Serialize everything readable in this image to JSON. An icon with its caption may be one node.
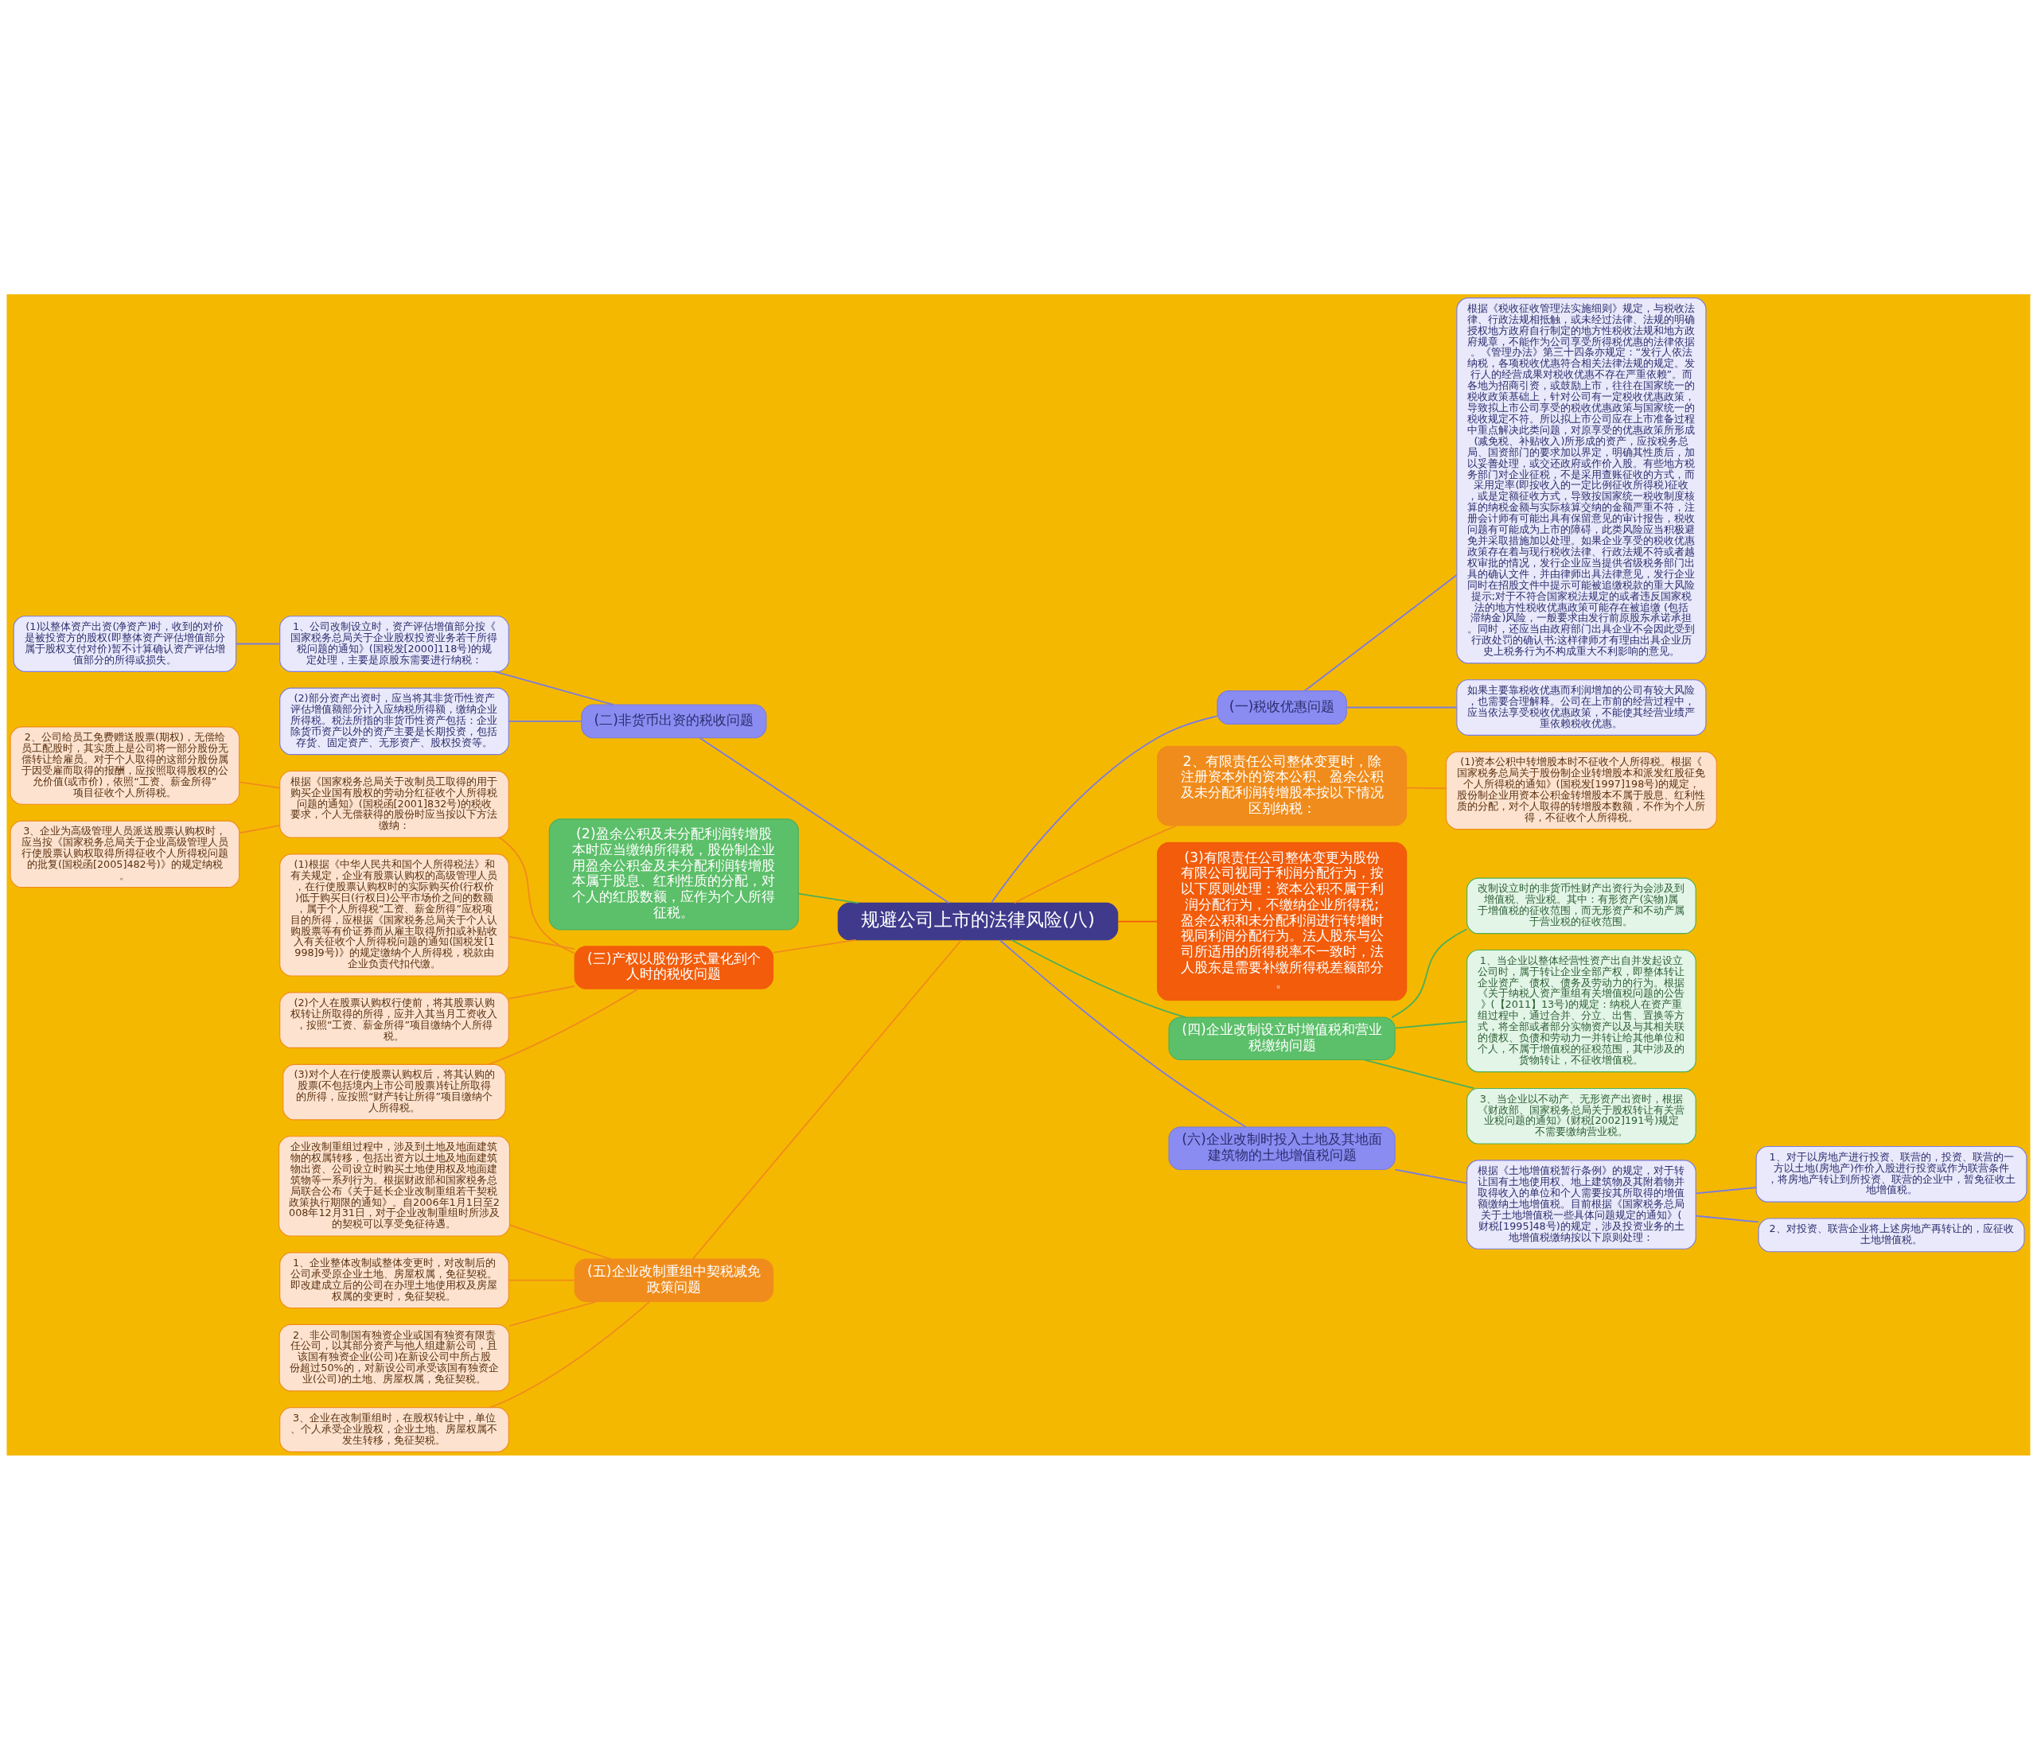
{
  "diagram": {
    "nodes": [
      {
        "text": [
          "规避公司上市的法律风险(八)"
        ]
      },
      {
        "text": [
          "(一)税收优惠问题"
        ]
      },
      {
        "text": [
          "根据《税收征收管理法实施细则》规定，与税收法律、行政法规相抵触，或未经过法律、法规的明确授权地方政府自行制定的地方性税收法规和地方政府规章，不能作为公司享受所得税优惠的法律依据。《管理办法》第三十四条亦规定：“发行人依法纳税，各项税收优惠符合相关法律法规的规定。发行人的经营成果对税收优惠不存在严重依赖”。而各地为招商引资，或鼓励上市，往往在国家统一的税收政策基础上，针对公司有一定税收优惠政策，导致拟上市公司享受的税收优惠政策与国家统一的税收规定不符。所以拟上市公司应在上市准备过程中重点解决此类问题，对原享受的优惠政策所形成(减免税、补贴收入)所形成的资产，应按税务总局、国资部门的要求加以界定，明确其性质后，加以妥善处理，或交还政府或作价入股。有些地方税务部门对企业征税，不是采用查账征收的方式，而采用定率(即按收入的一定比例征收所得税)征收，或是定额征收方式，导致按国家统一税收制度核算的纳税金额与实际核算交纳的金额严重不符，注册会计师有可能出具有保留意见的审计报告，税收问题有可能成为上市的障碍，此类风险应当积极避免并采取措施加以处理。如果企业享受的税收优惠政策存在着与现行税收法律、行政法规不符或者越权审批的情况，发行企业应当提供省级税务部门出具的确认文件，并由律师出具法律意见，发行企业同时在招股文件中提示可能被追缴税款的重大风险提示;对于不符合国家税法规定的或者违反国家税法的地方性税收优惠政策可能存在被追缴 (包括滞纳金)风险，一般要求由发行前原股东承诺承担。同时，还应当由政府部门出具企业不会因此受到行政处罚的确认书;这样律师才有理由出具企业历史上税务行为不构成重大不利影响的意见。"
        ]
      },
      {
        "text": [
          "如果主要靠税收优惠而利润增加的公司有较大风险，也需要合理解释。公司在上市前的经营过程中，应当依法享受税收优惠政策，不能使其经营业绩严重依赖税收优惠。"
        ]
      },
      {
        "text": [
          "2、有限责任公司整体变更时，除注册资本外的资本公积、盈余公积及未分配利润转增股本按以下情况区别纳税："
        ]
      },
      {
        "text": [
          "(1)资本公积中转增股本时不征收个人所得税。根据《国家税务总局关于股份制企业转增股本和派发红股征免个人所得税的通知》(国税发[1997]198号)的规定，股份制企业用资本公积金转增股本不属于股息、红利性质的分配，对个人取得的转增股本数额，不作为个人所得，不征收个人所得税。"
        ]
      },
      {
        "text": [
          "(3)有限责任公司整体变更为股份有限公司视同于利润分配行为，按以下原则处理：资本公积不属于利润分配行为，不缴纳企业所得税;盈余公积和未分配利润进行转增时视同利润分配行为。法人股东与公司所适用的所得税率不一致时，法人股东是需要补缴所得税差额部分。"
        ]
      },
      {
        "text": [
          "(四)企业改制设立时增值税和营业税缴纳问题"
        ]
      },
      {
        "text": [
          "改制设立时的非货币性财产出资行为会涉及到增值税、营业税。其中：有形资产(实物)属于增值税的征收范围，而无形资产和不动产属于营业税的征收范围。"
        ]
      },
      {
        "text": [
          "1、当企业以整体经营性资产出自并发起设立公司时，属于转让企业全部产权，即整体转让企业资产、债权、债务及劳动力的行为。根据《关于纳税人资产重组有关增值税问题的公告》(【2011】13号)的规定：纳税人在资产重组过程中，通过合并、分立、出售、置换等方式，将全部或者部分实物资产以及与其相关联的债权、负债和劳动力一并转让给其他单位和个人，不属于增值税的征税范围，其中涉及的货物转让，不征收增值税。"
        ]
      },
      {
        "text": [
          "3、当企业以不动产、无形资产出资时，根据《财政部、国家税务总局关于股权转让有关营业税问题的通知》(财税[2002]191号)规定不需要缴纳营业税。"
        ]
      },
      {
        "text": [
          "(六)企业改制时投入土地及其地面建筑物的土地增值税问题"
        ]
      },
      {
        "text": [
          "根据《土地增值税暂行条例》的规定，对于转让国有土地使用权、地上建筑物及其附着物并取得收入的单位和个人需要按其所取得的增值额缴纳土地增值税。目前根据《国家税务总局关于土地增值税一些具体问题规定的通知》(财税[1995]48号)的规定，涉及投资业务的土地增值税缴纳按以下原则处理："
        ]
      },
      {
        "text": [
          "1、对于以房地产进行投资、联营的，投资、联营的一方以土地(房地产)作价入股进行投资或作为联营条件，将房地产转让到所投资、联营的企业中，暂免征收土地增值税。"
        ]
      },
      {
        "text": [
          "2、对投资、联营企业将上述房地产再转让的，应征收土地增值税。"
        ]
      },
      {
        "text": [
          "(二)非货币出资的税收问题"
        ]
      },
      {
        "text": [
          "1、公司改制设立时，资产评估增值部分按《国家税务总局关于企业股权投资业务若干所得税问题的通知》(国税发[2000]118号)的规定处理，主要是原股东需要进行纳税："
        ]
      },
      {
        "text": [
          "(1)以整体资产出资(净资产)时，收到的对价是被投资方的股权(即整体资产评估增值部分属于股权支付对价)暂不计算确认资产评估增值部分的所得或损失。"
        ]
      },
      {
        "text": [
          "(2)部分资产出资时，应当将其非货币性资产评估增值额部分计入应纳税所得额，缴纳企业所得税。税法所指的非货币性资产包括：企业除货币资产以外的资产主要是长期投资，包括存货、固定资产、无形资产、股权投资等。"
        ]
      },
      {
        "text": [
          "(2)盈余公积及未分配利润转增股本时应当缴纳所得税，股份制企业用盈余公积金及未分配利润转增股本属于股息、红利性质的分配，对个人的红股数额，应作为个人所得征税。"
        ]
      },
      {
        "text": [
          "(三)产权以股份形式量化到个人时的税收问题"
        ]
      },
      {
        "text": [
          "根据《国家税务总局关于改制员工取得的用于购买企业国有股权的劳动分红征收个人所得税问题的通知》(国税函[2001]832号)的税收要求，个人无偿获得的股份时应当按以下方法缴纳："
        ]
      },
      {
        "text": [
          "2、公司给员工免费赠送股票(期权)，无偿给员工配股时，其实质上是公司将一部分股份无偿转让给雇员。对于个人取得的这部分股份属于因受雇而取得的报酬，应按照取得股权的公允价值(或市价)，依照“工资、薪金所得”项目征收个人所得税。"
        ]
      },
      {
        "text": [
          "3、企业为高级管理人员派送股票认购权时，应当按《国家税务总局关于企业高级管理人员行使股票认购权取得所得征收个人所得税问题的批复(国税函[2005]482号)》的规定纳税。"
        ]
      },
      {
        "text": [
          "(1)根据《中华人民共和国个人所得税法》和有关规定，企业有股票认购权的高级管理人员，在行使股票认购权时的实际购买价(行权价)低于购买日(行权日)公平市场价之间的数额，属于个人所得税“工资、薪金所得”应税项目的所得，应根据《国家税务总局关于个人认购股票等有价证券而从雇主取得所扣或补贴收入有关征收个人所得税问题的通知(国税发[1998]9号)》的规定缴纳个人所得税，税款由企业负责代扣代缴。"
        ]
      },
      {
        "text": [
          "(2)个人在股票认购权行使前，将其股票认购权转让所取得的所得，应并入其当月工资收入，按照“工资、薪金所得”项目缴纳个人所得税。"
        ]
      },
      {
        "text": [
          "(3)对个人在行使股票认购权后，将其认购的股票(不包括境内上市公司股票)转让所取得的所得，应按照“财产转让所得”项目缴纳个人所得税。"
        ]
      },
      {
        "text": [
          "(五)企业改制重组中契税减免政策问题"
        ]
      },
      {
        "text": [
          "企业改制重组过程中，涉及到土地及地面建筑物的权属转移，包括出资方以土地及地面建筑物出资、公司设立时购买土地使用权及地面建筑物等一系列行为。根据财政部和国家税务总局联合公布《关于延长企业改制重组若干契税政策执行期限的通知》。自2006年1月1日至2008年12月31日，对于企业改制重组时所涉及的契税可以享受免征待遇。"
        ]
      },
      {
        "text": [
          "1、企业整体改制或整体变更时，对改制后的公司承受原企业土地、房屋权属，免征契税。即改建成立后的公司在办理土地使用权及房屋权属的变更时，免征契税。"
        ]
      },
      {
        "text": [
          "2、非公司制国有独资企业或国有独资有限责任公司，以其部分资产与他人组建新公司，且该国有独资企业(公司)在新设公司中所占股份超过50%的，对新设公司承受该国有独资企业(公司)的土地、房屋权属，免征契税。"
        ]
      },
      {
        "text": [
          "3、企业在改制重组时，在股权转让中，单位、个人承受企业股权，企业土地、房屋权属不发生转移，免征契税。"
        ]
      }
    ],
    "edges": [
      {
        "from": 0,
        "to": 1,
        "arrow": "none",
        "color": "#7a7ce0"
      },
      {
        "from": 1,
        "to": 2,
        "arrow": "none",
        "color": "#7a7ce0"
      },
      {
        "from": 1,
        "to": 3,
        "arrow": "none",
        "color": "#7a7ce0"
      },
      {
        "from": 0,
        "to": 4,
        "arrow": "none"
      },
      {
        "from": 4,
        "to": 5,
        "arrow": "none"
      },
      {
        "from": 0,
        "to": 6,
        "arrow": "none",
        "color": "#f25c0a"
      },
      {
        "from": 0,
        "to": 7,
        "arrow": "none",
        "color": "#4caf5a"
      },
      {
        "from": 7,
        "to": 8,
        "arrow": "none",
        "color": "#4caf5a"
      },
      {
        "from": 7,
        "to": 9,
        "arrow": "none",
        "color": "#4caf5a"
      },
      {
        "from": 7,
        "to": 10,
        "arrow": "none",
        "color": "#4caf5a"
      },
      {
        "from": 0,
        "to": 11,
        "arrow": "none",
        "color": "#7a7ce0"
      },
      {
        "from": 11,
        "to": 12,
        "arrow": "none",
        "color": "#7a7ce0"
      },
      {
        "from": 12,
        "to": 13,
        "arrow": "none",
        "color": "#7a7ce0"
      },
      {
        "from": 12,
        "to": 14,
        "arrow": "none",
        "color": "#7a7ce0"
      },
      {
        "from": 0,
        "to": 15,
        "arrow": "none",
        "color": "#7a7ce0"
      },
      {
        "from": 15,
        "to": 16,
        "arrow": "none",
        "color": "#7a7ce0"
      },
      {
        "from": 16,
        "to": 17,
        "arrow": "none",
        "color": "#7a7ce0"
      },
      {
        "from": 15,
        "to": 18,
        "arrow": "none",
        "color": "#7a7ce0"
      },
      {
        "from": 0,
        "to": 19,
        "arrow": "none",
        "color": "#4caf5a"
      },
      {
        "from": 0,
        "to": 20,
        "arrow": "none"
      },
      {
        "from": 20,
        "to": 21,
        "arrow": "none"
      },
      {
        "from": 21,
        "to": 22,
        "arrow": "none"
      },
      {
        "from": 21,
        "to": 23,
        "arrow": "none"
      },
      {
        "from": 20,
        "to": 24,
        "arrow": "none"
      },
      {
        "from": 20,
        "to": 25,
        "arrow": "none"
      },
      {
        "from": 20,
        "to": 26,
        "arrow": "none"
      },
      {
        "from": 0,
        "to": 27,
        "arrow": "none"
      },
      {
        "from": 27,
        "to": 28,
        "arrow": "none"
      },
      {
        "from": 27,
        "to": 29,
        "arrow": "none"
      },
      {
        "from": 27,
        "to": 30,
        "arrow": "none"
      },
      {
        "from": 27,
        "to": 31,
        "arrow": "none"
      }
    ]
  }
}
